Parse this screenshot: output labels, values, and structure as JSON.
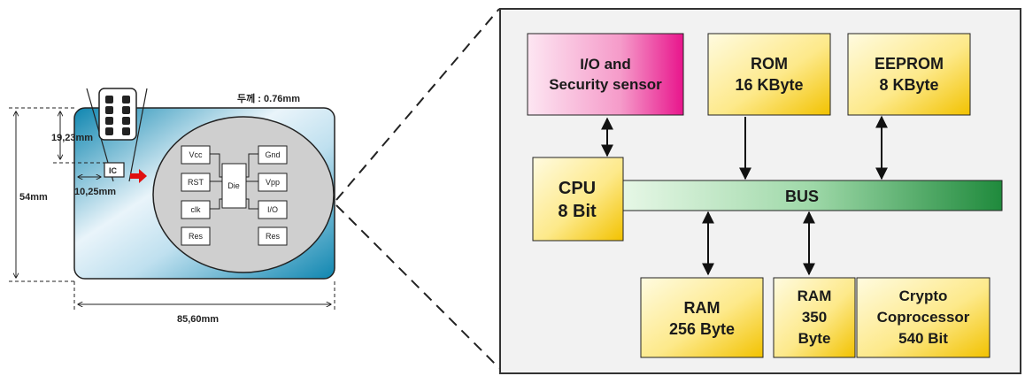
{
  "smart_card": {
    "thickness_label": "두께 : 0.76mm",
    "height_label": "54mm",
    "width_label": "85,60mm",
    "offset_top_label": "19,23mm",
    "offset_left_label": "10,25mm",
    "chip_module_label": "IC",
    "contacts": {
      "left": [
        "Vcc",
        "RST",
        "clk",
        "Res"
      ],
      "right": [
        "Gnd",
        "Vpp",
        "I/O",
        "Res"
      ],
      "center": "Die"
    }
  },
  "block_diagram": {
    "io_block": [
      "I/O and",
      "Security sensor"
    ],
    "rom_block": [
      "ROM",
      "16 KByte"
    ],
    "eeprom_block": [
      "EEPROM",
      "8 KByte"
    ],
    "cpu_block": [
      "CPU",
      "8 Bit"
    ],
    "bus_label": "BUS",
    "ram256_block": [
      "RAM",
      "256 Byte"
    ],
    "ram350_block": [
      "RAM",
      "350",
      "Byte"
    ],
    "crypto_block": [
      "Crypto",
      "Coprocessor",
      "540 Bit"
    ]
  },
  "colors": {
    "yellow_light": "#fffbe0",
    "yellow_dark": "#f2c200",
    "pink_light": "#fde6f2",
    "pink_dark": "#e8158c",
    "bus_light": "#e6f7e6",
    "bus_dark": "#1f8a3c",
    "card_light": "#e9f4fa",
    "card_dark": "#0f86b0"
  }
}
